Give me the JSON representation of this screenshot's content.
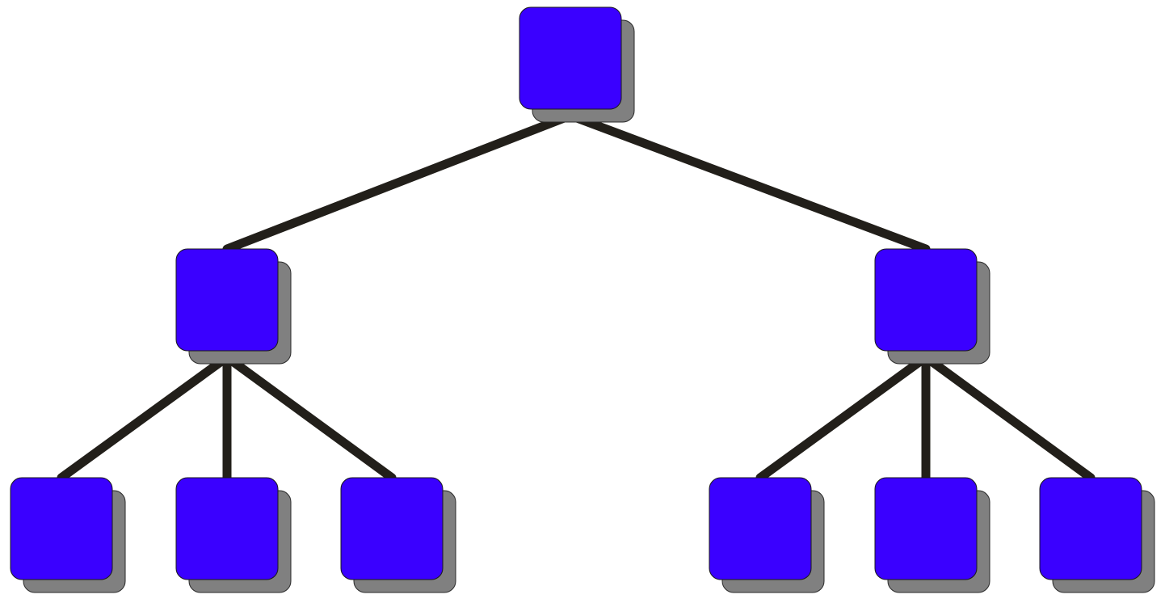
{
  "diagram": {
    "type": "tree",
    "colors": {
      "node_fill": "#3a00ff",
      "node_shadow": "#808080",
      "edge": "#221f1a",
      "background": "#ffffff"
    },
    "nodes": [
      {
        "id": "root",
        "level": 0,
        "parent": null
      },
      {
        "id": "left-child",
        "level": 1,
        "parent": "root"
      },
      {
        "id": "right-child",
        "level": 1,
        "parent": "root"
      },
      {
        "id": "left-leaf-1",
        "level": 2,
        "parent": "left-child"
      },
      {
        "id": "left-leaf-2",
        "level": 2,
        "parent": "left-child"
      },
      {
        "id": "left-leaf-3",
        "level": 2,
        "parent": "left-child"
      },
      {
        "id": "right-leaf-1",
        "level": 2,
        "parent": "right-child"
      },
      {
        "id": "right-leaf-2",
        "level": 2,
        "parent": "right-child"
      },
      {
        "id": "right-leaf-3",
        "level": 2,
        "parent": "right-child"
      }
    ]
  }
}
